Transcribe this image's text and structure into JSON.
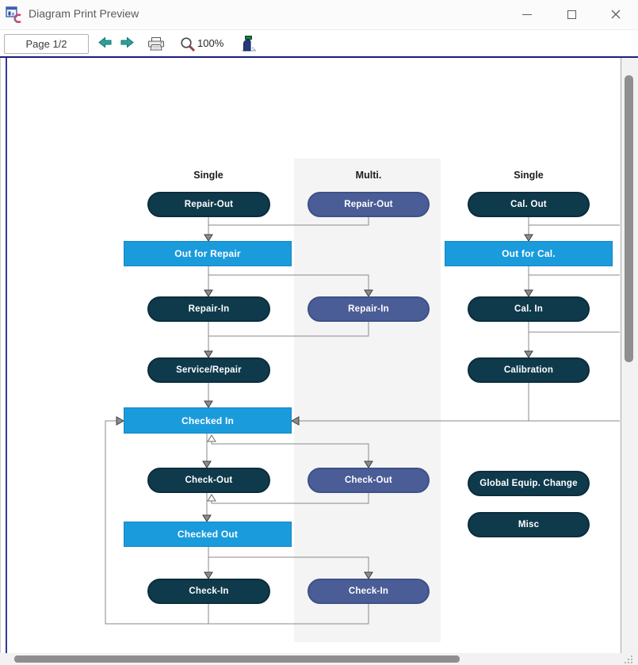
{
  "window": {
    "title": "Diagram Print Preview"
  },
  "toolbar": {
    "page_indicator": "Page 1/2",
    "zoom_value": "100%"
  },
  "diagram": {
    "column_headers": [
      "Single",
      "Multi.",
      "Single"
    ],
    "nodes": [
      {
        "id": "repair-out-single",
        "label": "Repair-Out",
        "kind": "event"
      },
      {
        "id": "repair-out-multi",
        "label": "Repair-Out",
        "kind": "event-multi"
      },
      {
        "id": "cal-out",
        "label": "Cal. Out",
        "kind": "event"
      },
      {
        "id": "out-for-repair",
        "label": "Out for Repair",
        "kind": "status"
      },
      {
        "id": "out-for-cal",
        "label": "Out for Cal.",
        "kind": "status"
      },
      {
        "id": "repair-in-single",
        "label": "Repair-In",
        "kind": "event"
      },
      {
        "id": "repair-in-multi",
        "label": "Repair-In",
        "kind": "event-multi"
      },
      {
        "id": "cal-in",
        "label": "Cal. In",
        "kind": "event"
      },
      {
        "id": "service-repair",
        "label": "Service/Repair",
        "kind": "event"
      },
      {
        "id": "calibration",
        "label": "Calibration",
        "kind": "event"
      },
      {
        "id": "checked-in",
        "label": "Checked In",
        "kind": "status"
      },
      {
        "id": "check-out-single",
        "label": "Check-Out",
        "kind": "event"
      },
      {
        "id": "check-out-multi",
        "label": "Check-Out",
        "kind": "event-multi"
      },
      {
        "id": "global-equip-change",
        "label": "Global Equip. Change",
        "kind": "event"
      },
      {
        "id": "checked-out",
        "label": "Checked Out",
        "kind": "status"
      },
      {
        "id": "misc",
        "label": "Misc",
        "kind": "event"
      },
      {
        "id": "check-in-single",
        "label": "Check-In",
        "kind": "event"
      },
      {
        "id": "check-in-multi",
        "label": "Check-In",
        "kind": "event-multi"
      }
    ]
  },
  "colors": {
    "event_dark_navy": "#0f3a4c",
    "event_multi_slate": "#4b5d97",
    "status_bright_blue": "#1a9bdc",
    "multi_band_gray": "#f4f4f4",
    "connector_gray": "#8a8a8a",
    "toolbar_separator_navy": "#1c1c86",
    "toolbar_arrow_teal": "#2aa29a"
  }
}
